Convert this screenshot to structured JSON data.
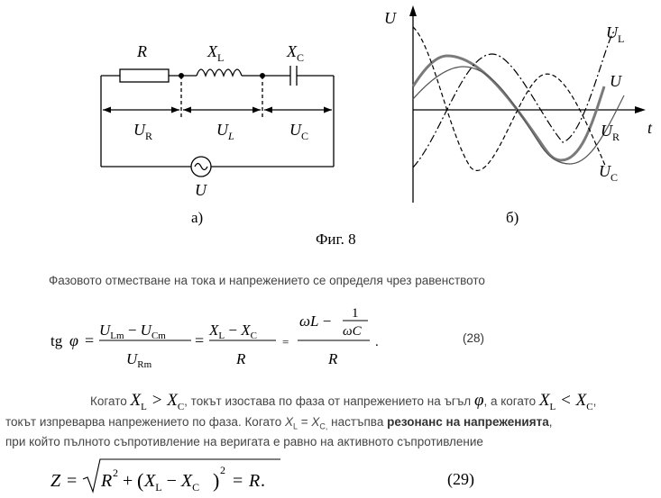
{
  "figure": {
    "circuit": {
      "R": "R",
      "XL_main": "X",
      "XL_sub": "L",
      "XC_main": "X",
      "XC_sub": "C",
      "UR_main": "U",
      "UR_sub": "R",
      "UL_main": "U",
      "UL_sub": "L",
      "UC_main": "U",
      "UC_sub": "C",
      "source": "U",
      "caption": "а)"
    },
    "waves": {
      "y_axis": "U",
      "x_axis": "t",
      "UL_main": "U",
      "UL_sub": "L",
      "U": "U",
      "UR_main": "U",
      "UR_sub": "R",
      "UC_main": "U",
      "UC_sub": "C",
      "caption": "б)"
    },
    "title": "Фиг. 8"
  },
  "text": {
    "intro": "Фазовото отместване на тока и напрежението се определя чрез равенството",
    "eq28_number": "(28)",
    "eq29_number": "(29)",
    "p1_a": "Когато",
    "p1_b": ", токът изостава по фаза от напрежението на ъгъл",
    "p1_c": ", а когато",
    "p1_d": ",",
    "p2_a": "токът изпреварва напрежението по фаза. Когато",
    "p2_eq": "X",
    "p2_eq_sub1": "L",
    "p2_eq_mid": " = ",
    "p2_eq2": "X",
    "p2_eq_sub2": "C,",
    "p2_b": " настъпва ",
    "p2_bold": "резонанс на напреженията",
    "p2_c": ",",
    "p3": "при който пълното съпротивление на веригата е равно на активното съпротивление"
  }
}
